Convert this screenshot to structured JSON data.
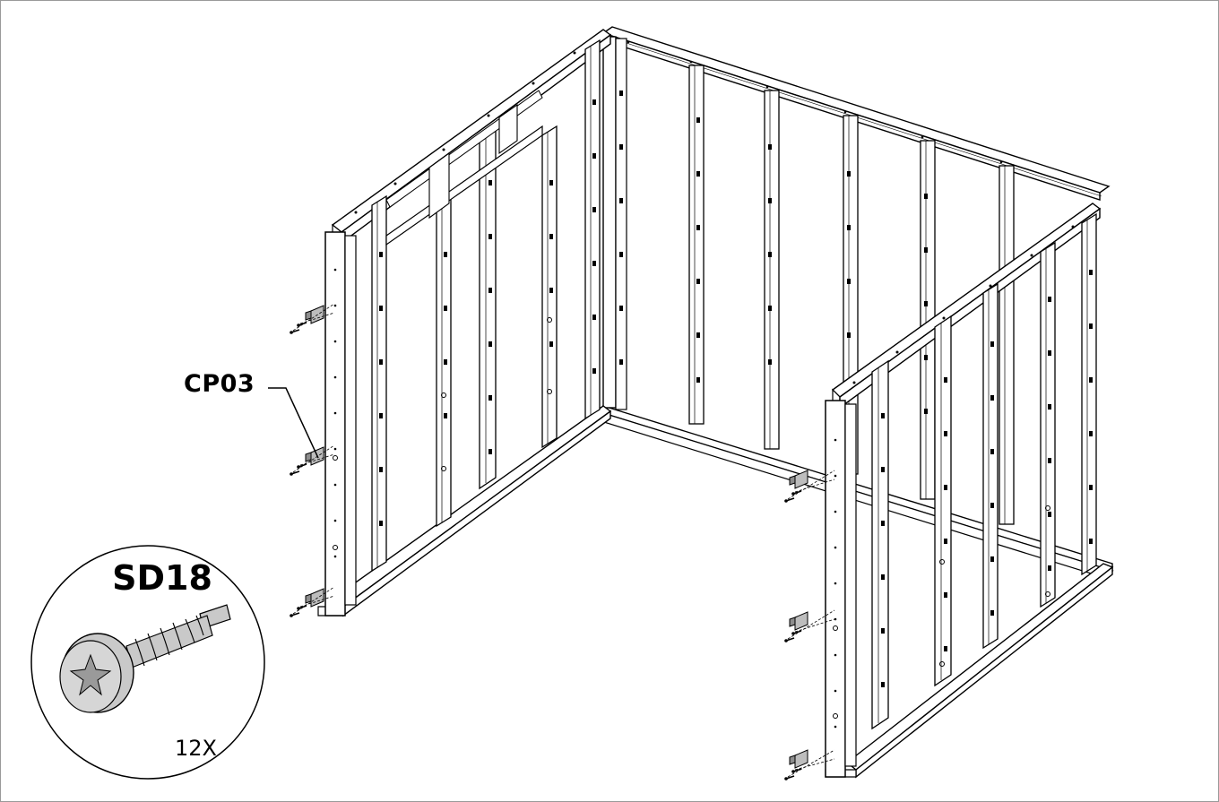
{
  "callout": {
    "part_label": "CP03"
  },
  "detail": {
    "part_label": "SD18",
    "quantity": "12X"
  },
  "colors": {
    "line": "#000000",
    "fill": "#ffffff",
    "part": "#bdbdbd",
    "screw": "#c9c9c9"
  }
}
